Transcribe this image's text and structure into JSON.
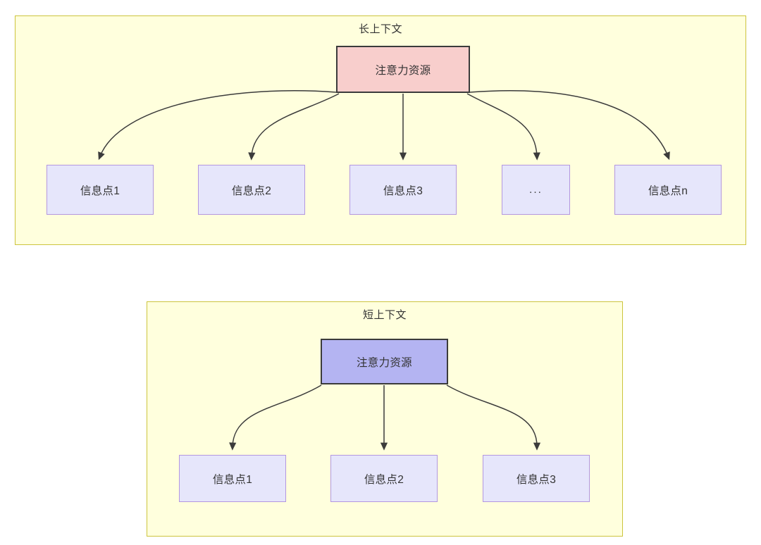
{
  "diagram": {
    "type": "tree-comparison",
    "background_color": "#ffffff",
    "panels": [
      {
        "id": "long-context",
        "title": "长上下文",
        "fill": "#ffffdd",
        "stroke": "#ccc43d",
        "root": {
          "label": "注意力资源",
          "fill": "#f8cecc",
          "stroke": "#3b3b3b"
        },
        "leaves": [
          {
            "label": "信息点1",
            "fill": "#e6e6fb",
            "stroke": "#b397e0"
          },
          {
            "label": "信息点2",
            "fill": "#e6e6fb",
            "stroke": "#b397e0"
          },
          {
            "label": "信息点3",
            "fill": "#e6e6fb",
            "stroke": "#b397e0"
          },
          {
            "label": "...",
            "fill": "#e6e6fb",
            "stroke": "#b397e0"
          },
          {
            "label": "信息点n",
            "fill": "#e6e6fb",
            "stroke": "#b397e0"
          }
        ]
      },
      {
        "id": "short-context",
        "title": "短上下文",
        "fill": "#ffffdd",
        "stroke": "#ccc43d",
        "root": {
          "label": "注意力资源",
          "fill": "#b4b4f2",
          "stroke": "#3b3b3b"
        },
        "leaves": [
          {
            "label": "信息点1",
            "fill": "#e6e6fb",
            "stroke": "#b397e0"
          },
          {
            "label": "信息点2",
            "fill": "#e6e6fb",
            "stroke": "#b397e0"
          },
          {
            "label": "信息点3",
            "fill": "#e6e6fb",
            "stroke": "#b397e0"
          }
        ]
      }
    ],
    "edge_color": "#3b3b3b"
  }
}
